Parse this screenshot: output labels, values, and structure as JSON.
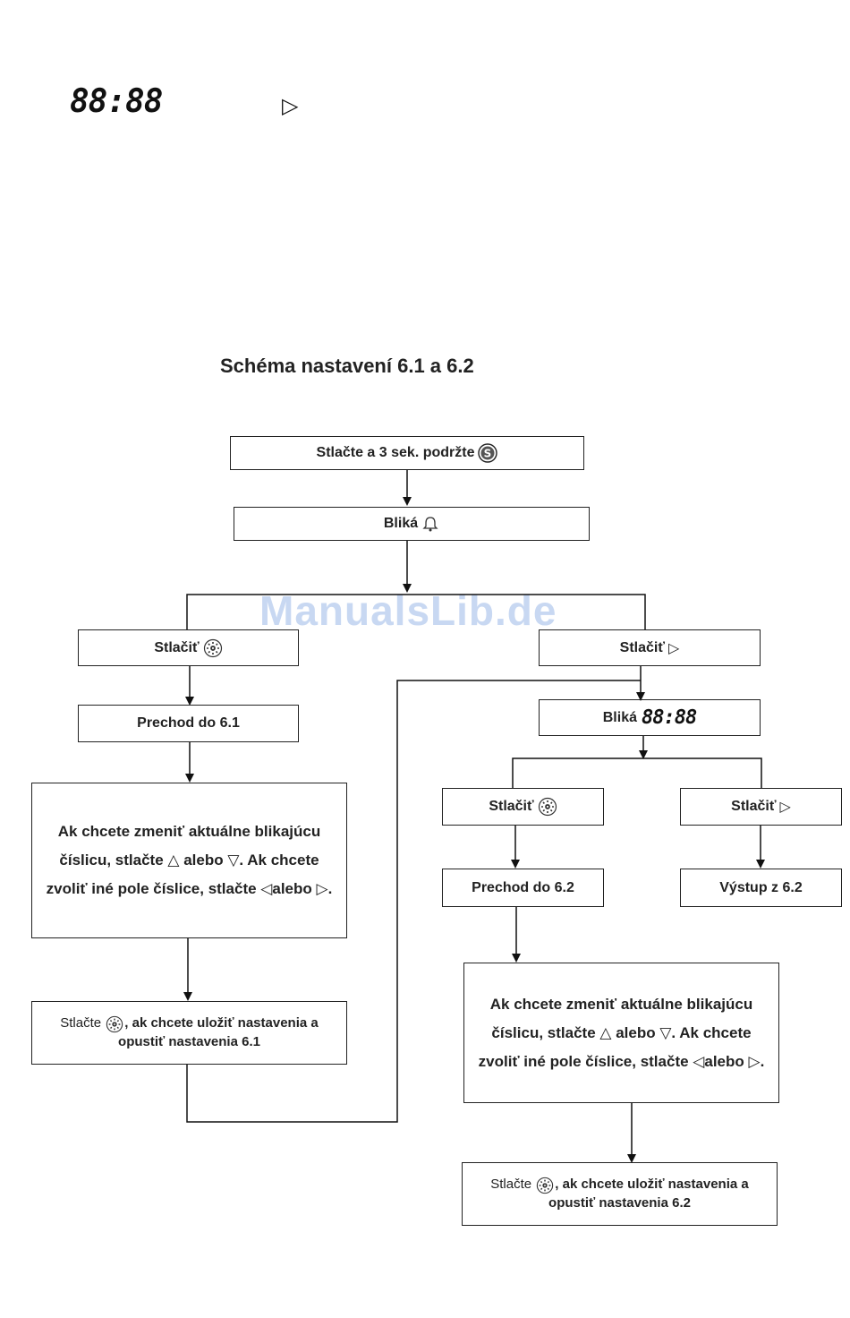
{
  "header": {
    "display": "88:88",
    "play_symbol": "▷"
  },
  "watermark": "ManualsLib.de",
  "title": "Schéma nastavení 6.1 a 6.2",
  "nodes": {
    "start": "Stlačte a 3 sek. podržte",
    "blink_bell": "Bliká",
    "press_fan_left": "Stlačiť",
    "press_play_right": "Stlačiť",
    "go_61": "Prechod do 6.1",
    "blink_display_label": "Bliká",
    "blink_display_digits": "88:88",
    "press_fan_mid": "Stlačiť",
    "press_play_far": "Stlačiť",
    "go_62": "Prechod do 6.2",
    "exit_62": "Výstup z 6.2",
    "instr_a": "Ak chcete zmeniť aktuálne blikajúcu číslicu, stlačte",
    "instr_up": "△",
    "instr_or": "alebo",
    "instr_down": "▽",
    "instr_b": ". Ak chcete zvoliť iné pole číslice, stlačte",
    "instr_left": "◁",
    "instr_or2": "alebo",
    "instr_right": "▷",
    "instr_end": ".",
    "save_prefix": "Stlačte",
    "save_61_suffix": ", ak chcete uložiť nastavenia a opustiť nastavenia 6.1",
    "save_62_suffix": ", ak chcete uložiť nastavenia a opustiť nastavenia 6.2",
    "play_symbol": "▷"
  },
  "icons": [
    "s-button-icon",
    "bell-icon",
    "fan-icon",
    "play-icon",
    "seven-segment-display"
  ]
}
